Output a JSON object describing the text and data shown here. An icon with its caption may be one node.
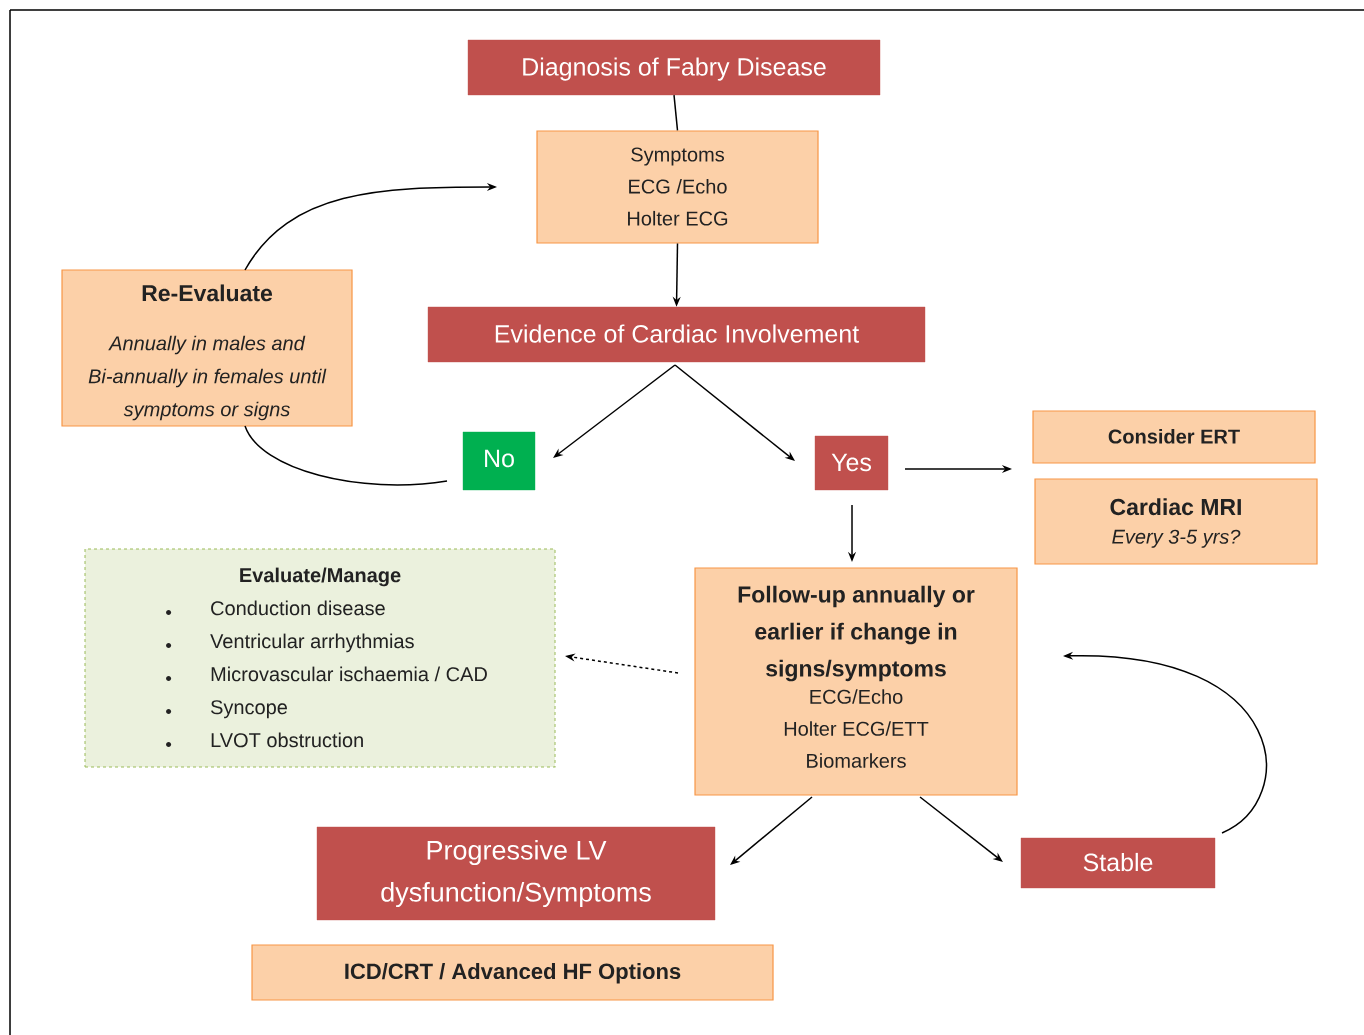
{
  "diagram": {
    "nodes": [
      {
        "text": [
          "Diagnosis of Fabry Disease"
        ]
      },
      {
        "text": [
          "Symptoms",
          "ECG /Echo",
          "Holter ECG"
        ]
      },
      {
        "text": [
          "Re-Evaluate",
          "Annually in males and Bi-annually in females until symptoms or signs"
        ]
      },
      {
        "text": [
          "Evidence of Cardiac Involvement"
        ]
      },
      {
        "text": [
          "No"
        ]
      },
      {
        "text": [
          "Yes"
        ]
      },
      {
        "text": [
          "Consider ERT"
        ]
      },
      {
        "text": [
          "Cardiac MRI",
          "Every 3-5 yrs?"
        ]
      },
      {
        "text": [
          "Evaluate/Manage",
          "Conduction disease",
          "Ventricular arrhythmias",
          "Microvascular ischaemia / CAD",
          "Syncope",
          "LVOT obstruction"
        ]
      },
      {
        "text": [
          "Follow-up annually or earlier if change in signs/symptoms",
          "ECG/Echo",
          "Holter ECG/ETT",
          "Biomarkers"
        ]
      },
      {
        "text": [
          "Progressive LV dysfunction/Symptoms"
        ]
      },
      {
        "text": [
          "Stable"
        ]
      },
      {
        "text": [
          "ICD/CRT / Advanced HF Options"
        ]
      }
    ],
    "edges": [
      {
        "from": 0,
        "to": 1,
        "arrow": "none"
      },
      {
        "from": 1,
        "to": 3,
        "arrow": "to"
      },
      {
        "from": 3,
        "to": 4,
        "arrow": "to"
      },
      {
        "from": 3,
        "to": 5,
        "arrow": "to"
      },
      {
        "from": 4,
        "to": 2,
        "arrow": "none"
      },
      {
        "from": 2,
        "to": 1,
        "arrow": "to"
      },
      {
        "from": 5,
        "to": 6,
        "arrow": "to"
      },
      {
        "from": 5,
        "to": 9,
        "arrow": "to"
      },
      {
        "from": 9,
        "to": 8,
        "arrow": "to",
        "style": "dashed"
      },
      {
        "from": 9,
        "to": 10,
        "arrow": "to"
      },
      {
        "from": 9,
        "to": 11,
        "arrow": "to"
      },
      {
        "from": 11,
        "to": 9,
        "arrow": "to"
      }
    ]
  }
}
